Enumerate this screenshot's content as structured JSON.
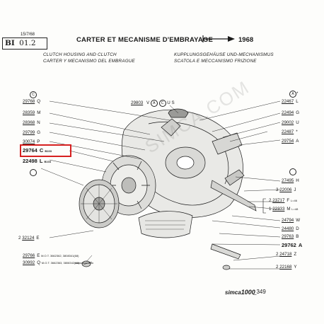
{
  "header": {
    "date": "15/7/68",
    "ref_prefix": "BI",
    "ref_code": "01.2",
    "title": "CARTER ET MECANISME D'EMBRAYAGE",
    "year": "1968",
    "subtitles": [
      "CLUTCH HOUSING AND CLUTCH",
      "CARTER Y MECANISMO DEL EMBRAGUE",
      "KUPPLUNGSGEHÄUSE UND-MECHANISMUS",
      "SCATOLA E MECCANISMO FRIZIONE"
    ]
  },
  "top_callout": {
    "number": "29803",
    "letter": "V",
    "suffix": "U S"
  },
  "left_parts": [
    {
      "marker": "C",
      "kind": "circle"
    },
    {
      "number": "29768",
      "letter": "Q"
    },
    {
      "number": "28359",
      "letter": "M"
    },
    {
      "number": "28368",
      "letter": "N"
    },
    {
      "number": "29799",
      "letter": "G"
    },
    {
      "number": "30074",
      "letter": "P"
    },
    {
      "number": "29764",
      "letter": "C",
      "note": "B103",
      "highlight": true
    },
    {
      "number": "22498",
      "letter": "L",
      "note": "B103",
      "big": true
    },
    {
      "marker": "",
      "kind": "circle"
    },
    {
      "number": "32124",
      "letter": "E",
      "prefix": "2"
    },
    {
      "number": "29766",
      "letter": "E",
      "note": "M.O.T. 3662362, 3808341(68)"
    },
    {
      "number": "30992",
      "letter": "Q",
      "note": "M.O.T. 3662363, 3808342(68)"
    }
  ],
  "right_parts": [
    {
      "marker": "A",
      "kind": "circle",
      "star": "*"
    },
    {
      "number": "22467",
      "letter": "L"
    },
    {
      "number": "22494",
      "letter": "G"
    },
    {
      "number": "29002",
      "letter": "U"
    },
    {
      "number": "22487",
      "letter": "",
      "star": "*"
    },
    {
      "number": "29754",
      "letter": "A"
    },
    {
      "marker": "",
      "kind": "circle"
    },
    {
      "number": "27495",
      "letter": "H"
    },
    {
      "number": "22006",
      "letter": "J",
      "prefix": "3"
    },
    {
      "number": "23717",
      "letter": "F",
      "prefix": "2",
      "note": "L=46"
    },
    {
      "number": "22333",
      "letter": "M",
      "prefix": "1",
      "note": "L=48"
    },
    {
      "number": "24794",
      "letter": "W"
    },
    {
      "number": "24480",
      "letter": "D"
    },
    {
      "number": "29763",
      "letter": "B"
    },
    {
      "number": "29762",
      "letter": "A",
      "big": true
    },
    {
      "number": "24718",
      "letter": "Z",
      "prefix": "2"
    },
    {
      "number": "22168",
      "letter": "Y",
      "prefix": "2"
    }
  ],
  "footer": {
    "brand": "simca",
    "model": "1000",
    "page_number": "349"
  },
  "watermark": "SIMCA.COM",
  "colors": {
    "ink": "#1a1a1a",
    "highlight_box": "#d62020",
    "paper": "#fdfdfb"
  }
}
